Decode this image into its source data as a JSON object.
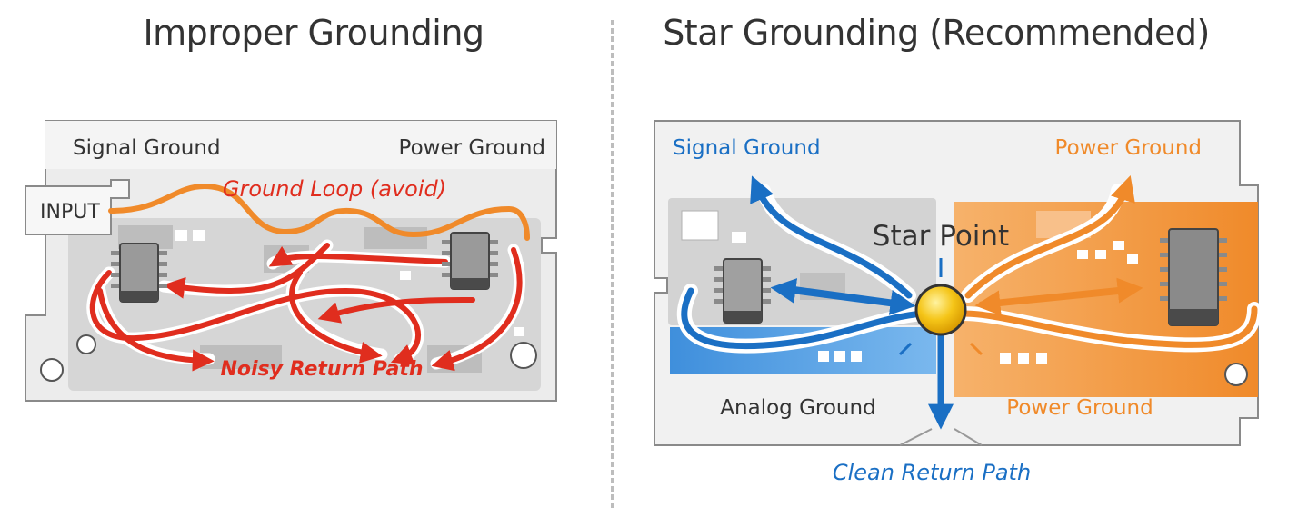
{
  "left_panel": {
    "title": "Improper Grounding",
    "labels": {
      "signal_ground": "Signal Ground",
      "power_ground": "Power Ground",
      "input": "INPUT",
      "ground_loop": "Ground Loop (avoid)",
      "noisy_return": "Noisy Return Path"
    },
    "colors": {
      "warning": "#e02d1e",
      "loop": "#f08a2a"
    }
  },
  "right_panel": {
    "title": "Star Grounding (Recommended)",
    "labels": {
      "signal_ground": "Signal Ground",
      "power_ground_top": "Power Ground",
      "star_point": "Star Point",
      "analog_ground": "Analog Ground",
      "power_ground_bottom": "Power Ground",
      "clean_return": "Clean Return Path"
    },
    "colors": {
      "signal": "#1a6fc4",
      "power": "#f08a2a",
      "star": "#f5c518"
    }
  }
}
